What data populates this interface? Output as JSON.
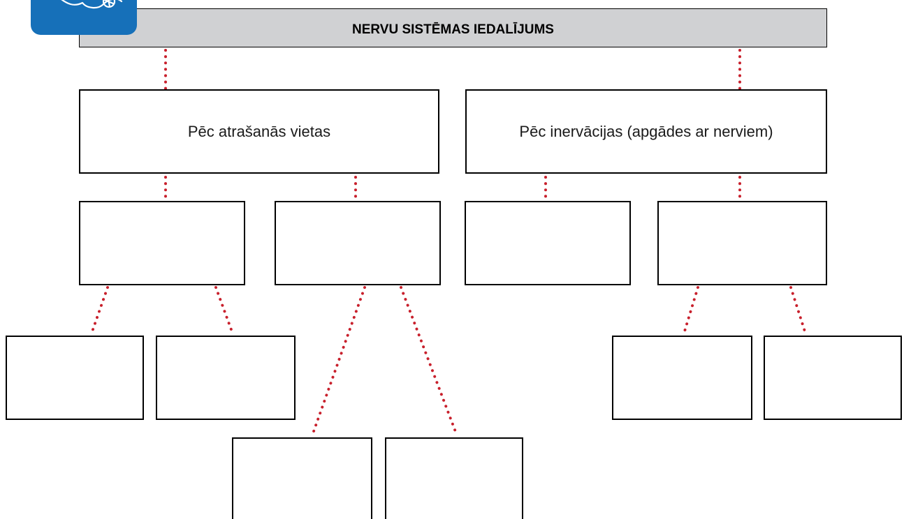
{
  "diagram": {
    "title": "NERVU SISTĒMAS IEDALĪJUMS",
    "branch_left": {
      "label": "Pēc atrašanās vietas"
    },
    "branch_right": {
      "label": "Pēc inervācijas (apgādes ar nerviem)"
    },
    "empty_boxes": 10,
    "colors": {
      "title_bar": "#d0d1d3",
      "connector": "#c8202c",
      "logo": "#1670b9",
      "border": "#000000"
    },
    "icons": [
      "logo-icon"
    ]
  }
}
